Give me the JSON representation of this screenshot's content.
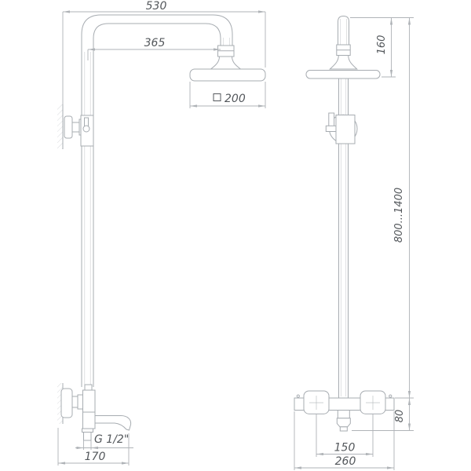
{
  "drawing": {
    "colors": {
      "line": "#a7acb1",
      "dim": "#afb3b7",
      "text": "#54585c",
      "bg": "#ffffff"
    },
    "dims": {
      "top_width": "530",
      "arm_reach": "365",
      "head_size": "200",
      "head_height": "160",
      "column_height": "800...1400",
      "body_height": "80",
      "thread_size": "G 1/2\"",
      "handle_spacing": "150",
      "body_width": "260",
      "spout_reach": "170"
    }
  }
}
